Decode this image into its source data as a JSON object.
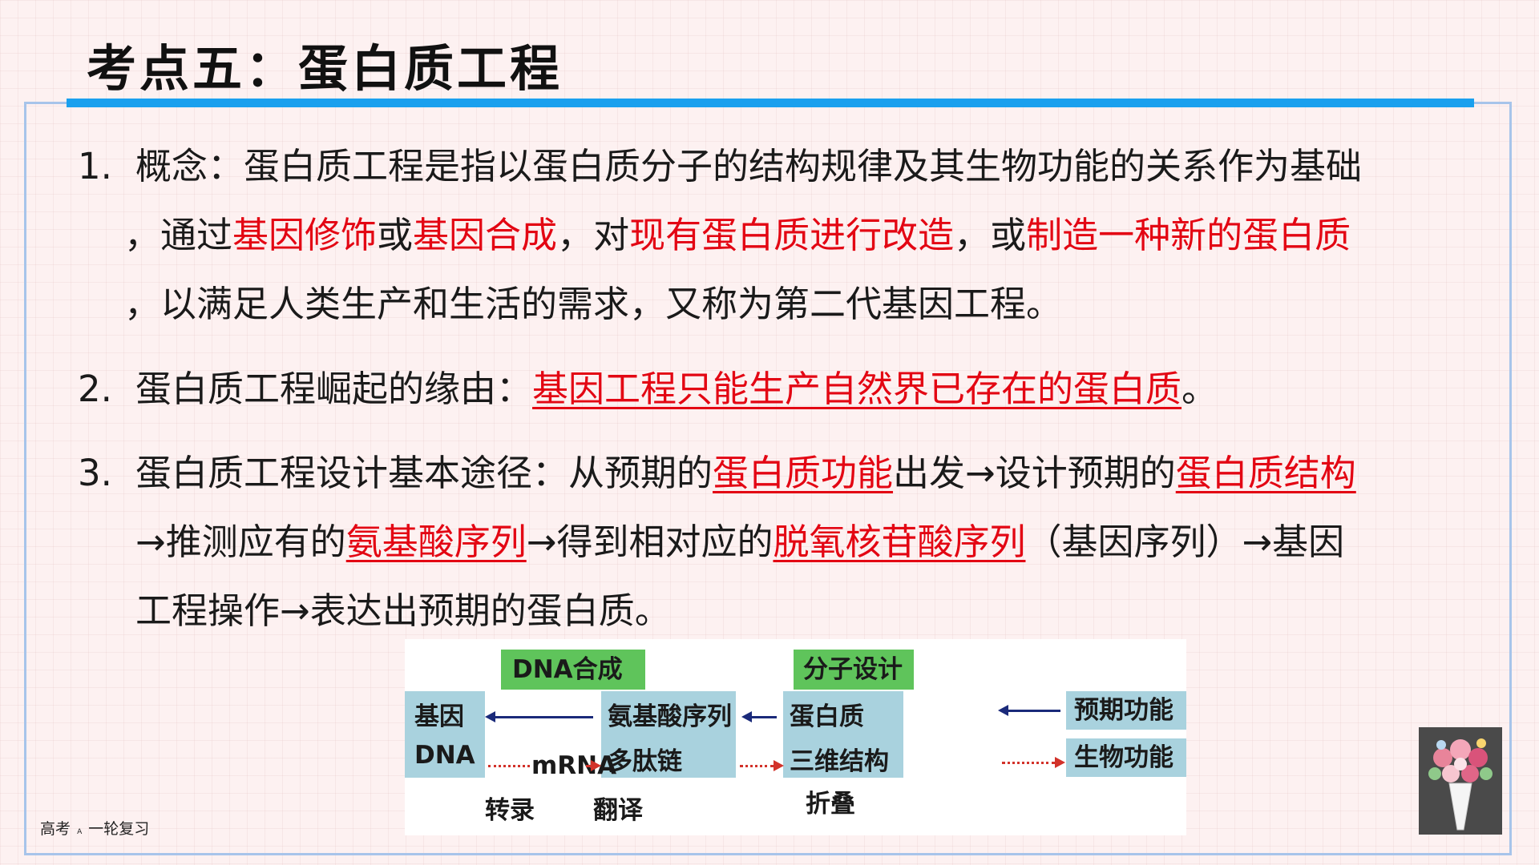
{
  "title": "考点五：蛋白质工程",
  "items": [
    {
      "num": "1.",
      "lines": [
        [
          {
            "t": "概念：蛋白质工程是指以蛋白质分子的结构规律及其生物功能的关系作为基础"
          }
        ],
        [
          {
            "t": "，通过"
          },
          {
            "t": "基因修饰"
          },
          {
            "t": "或"
          },
          {
            "t": "基因合成"
          },
          {
            "t": "，对"
          },
          {
            "t": "现有蛋白质进行改造"
          },
          {
            "t": "，或"
          },
          {
            "t": "制造一种新的蛋白质"
          }
        ],
        [
          {
            "t": "，以满足人类生产和生活的需求，又称为第二代基因工程。"
          }
        ]
      ]
    },
    {
      "num": "2.",
      "lines": [
        [
          {
            "t": "蛋白质工程崛起的缘由："
          },
          {
            "t": "基因工程只能生产自然界已存在的蛋白质"
          },
          {
            "t": "。"
          }
        ]
      ]
    },
    {
      "num": "3.",
      "lines": [
        [
          {
            "t": "蛋白质工程设计基本途径：从预期的"
          },
          {
            "t": "蛋白质功能"
          },
          {
            "t": "出发→设计预期的"
          },
          {
            "t": "蛋白质结构"
          }
        ],
        [
          {
            "t": "→推测应有的"
          },
          {
            "t": "氨基酸序列"
          },
          {
            "t": "→得到相对应的"
          },
          {
            "t": "脱氧核苷酸序列"
          },
          {
            "t": "（基因序列）→基因"
          }
        ],
        [
          {
            "t": "工程操作→表达出预期的蛋白质。"
          }
        ]
      ]
    }
  ],
  "diagram": {
    "dna_synthesis": "DNA合成",
    "molecular_design": "分子设计",
    "gene": "基因",
    "dna": "DNA",
    "amino_acid_seq": "氨基酸序列",
    "polypeptide": "多肽链",
    "protein": "蛋白质",
    "structure_3d": "三维结构",
    "expected_function": "预期功能",
    "bio_function": "生物功能",
    "mrna": "mRNA",
    "transcription": "转录",
    "translation": "翻译",
    "folding": "折叠"
  },
  "footer": "高考",
  "footer_small": "A",
  "footer_rest": "一轮复习",
  "colors": {
    "accent_blue": "#1aa0ee",
    "frame_blue": "#a7c4ea",
    "highlight_red": "#e30613",
    "box_blue": "#a9d2de",
    "box_green": "#5fc45b"
  }
}
